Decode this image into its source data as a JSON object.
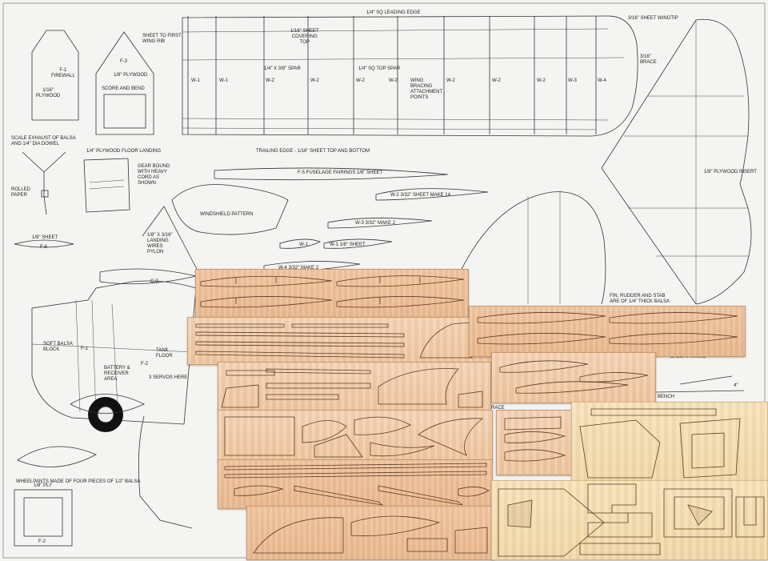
{
  "labels": {
    "f1_firewall": "F-1\nFIREWALL",
    "f1_plywood": "1/16\"\nPLYWOOD",
    "f3": "F-3",
    "f3_ply": "1/8\" PLYWOOD",
    "score_bend": "SCORE AND BEND",
    "sheet_first_rib": "SHEET TO FIRST\nWING RIB",
    "sheet_covering": "1/16\" SHEET\nCOVERING\nTOP",
    "leading_edge": "1/4\" SQ LEADING EDGE",
    "sheet_wingtip": "3/16\" SHEET WINGTIP",
    "spar": "1/4\" X 3/8\" SPAR",
    "top_spar": "1/4\" SQ TOP SPAR",
    "wing_bracing": "WING\nBRACING\nATTACHMENT\nPOINTS",
    "brace": "3/16\"\nBRACE",
    "ribs": [
      "W-1",
      "W-1",
      "W-2",
      "W-2",
      "W-2",
      "W-2",
      "W-2",
      "W-2",
      "W-2",
      "W-3",
      "W-4"
    ],
    "trailing_edge": "TRAILING EDGE - 1/16\" SHEET TOP AND BOTTOM",
    "exhaust": "SCALE EXHAUST OF BALSA\nAND 1/4\" DIA DOWEL",
    "floor_landing": "1/4\" PLYWOOD FLOOR LANDING",
    "gear_bound": "GEAR BOUND\nWITH HEAVY\nCORD AS\nSHOWN",
    "rolled_paper": "ROLLED\nPAPER",
    "fuselage_fairings": "F-5  FUSELAGE FAIRINGS 1/8\" SHEET",
    "w2_sheet": "W-2   3/32\" SHEET MAKE 14",
    "windshield": "WINDSHIELD PATTERN",
    "w3_sheet": "W-3   3/32\" MAKE 2",
    "ply_insert": "1/8\" PLYWOOD INSERT",
    "f6_sheet": "1/8\" SHEET",
    "f6": "F-6",
    "landing_wires": "1/8\" X 3/16\"\nLANDING\nWIRES\nPYLON",
    "w1_a": "W-1",
    "w1_sheet": "W-1  1/8\" SHEET",
    "w4_sheet": "W-4    3/32\" MAKE 2",
    "cg": "C.G.",
    "fin_rudder": "FIN, RUDDER AND STAB\nARE OF 1/4\" THICK BALSA",
    "soft_balsa": "SOFT BALSA\nBLOCK",
    "f1_side": "F-1",
    "f2_side": "F-2",
    "tank_floor": "TANK\nFLOOR",
    "battery": "BATTERY &\nRECEIVER\nAREA",
    "servos": "3 SERVOS HERE",
    "balsa_fairing": "BALSA FAIRING",
    "bench": "BENCH",
    "four": "4\"",
    "race": "RACE",
    "wheelpants": "WHEELPANTS MADE OF FOUR PIECES OF 1/2\" BALSA",
    "ply_16": "1/8\" PLY",
    "f2_bottom": "F-2"
  }
}
